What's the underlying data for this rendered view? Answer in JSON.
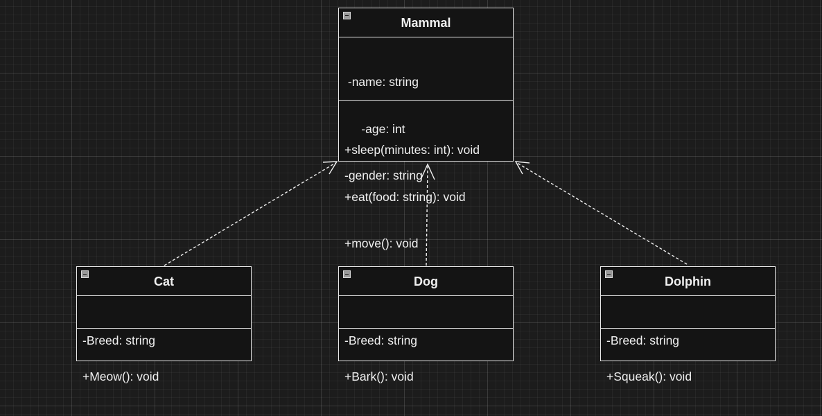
{
  "classes": {
    "mammal": {
      "name": "Mammal",
      "attributes": [
        " -name: string",
        "     -age: int",
        "-gender: string"
      ],
      "methods": [
        "+sleep(minutes: int): void",
        "+eat(food: string): void",
        "+move(): void"
      ]
    },
    "cat": {
      "name": "Cat",
      "attributes": [
        "-Breed: string"
      ],
      "methods": [
        "+Meow(): void"
      ]
    },
    "dog": {
      "name": "Dog",
      "attributes": [
        "-Breed: string"
      ],
      "methods": [
        "+Bark(): void"
      ]
    },
    "dolphin": {
      "name": "Dolphin",
      "attributes": [
        "-Breed: string"
      ],
      "methods": [
        "+Squeak(): void"
      ]
    }
  },
  "relations": [
    {
      "from": "cat",
      "to": "mammal",
      "type": "realization"
    },
    {
      "from": "dog",
      "to": "mammal",
      "type": "realization"
    },
    {
      "from": "dolphin",
      "to": "mammal",
      "type": "realization"
    }
  ],
  "colors": {
    "background": "#1c1c1c",
    "box_fill": "#141414",
    "stroke": "#e8e8e8",
    "text": "#f0f0f0"
  },
  "icons": {
    "collapse": "minus-square-icon"
  }
}
